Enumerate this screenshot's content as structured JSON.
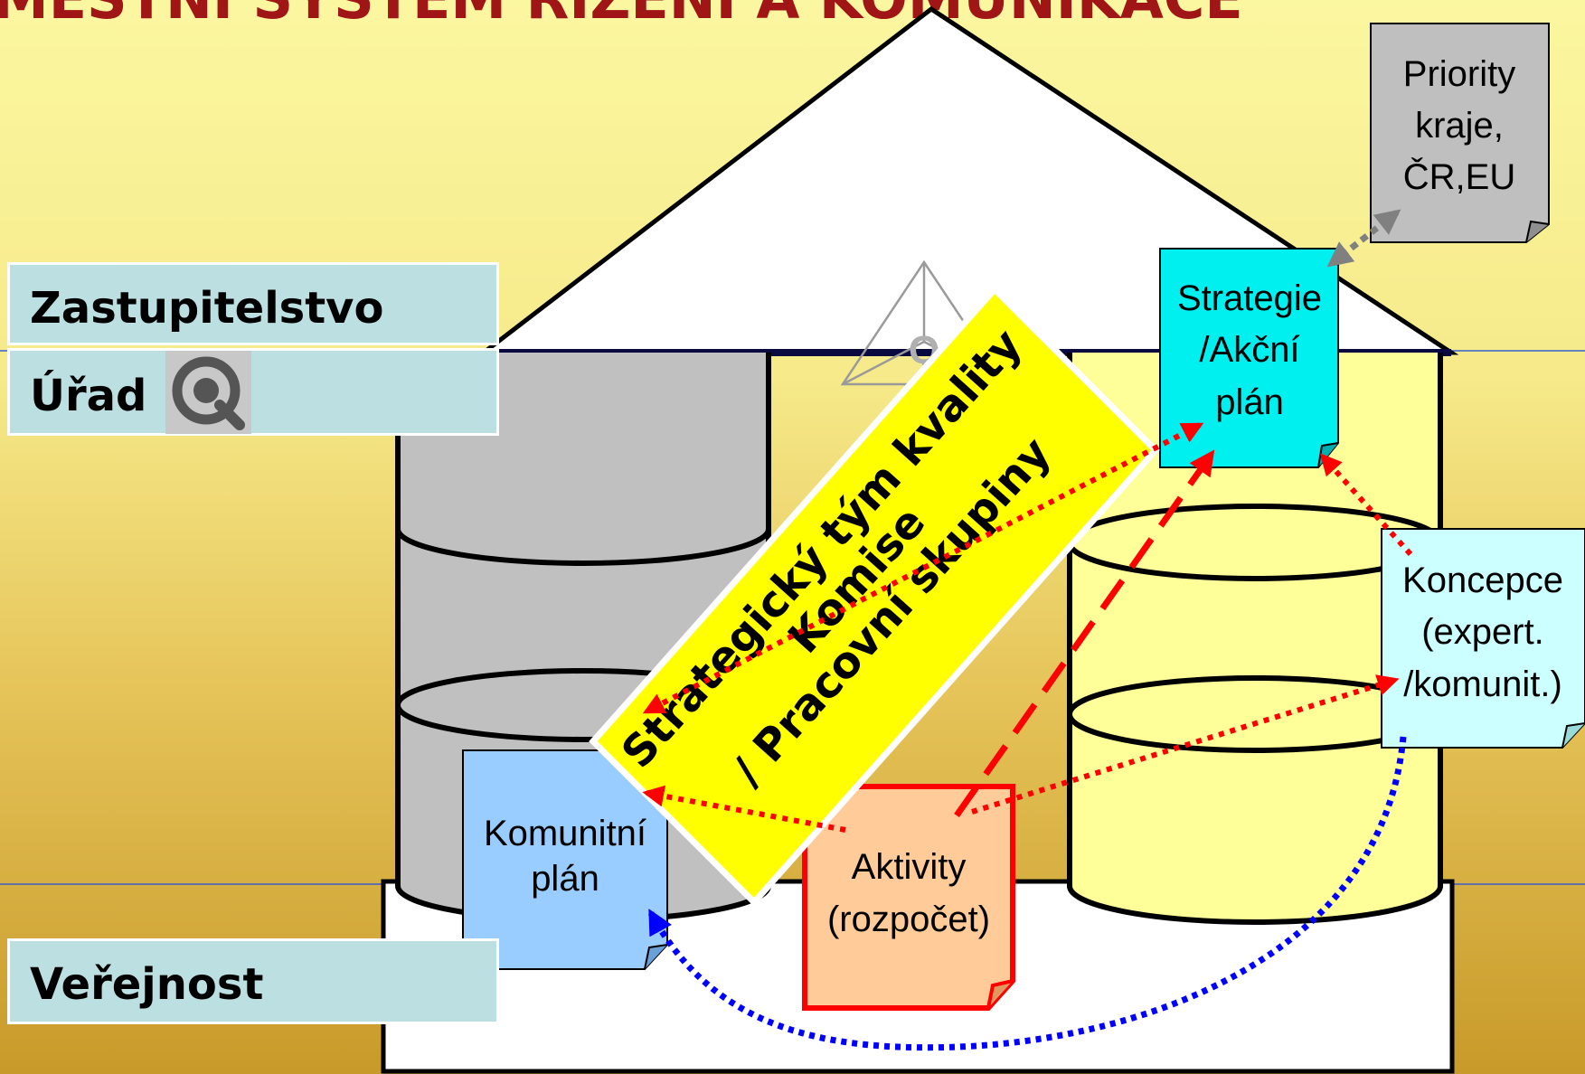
{
  "title": "MĚSTNÍ SYSTÉM ŘÍZENÍ A KOMUNIKACE",
  "levels": {
    "zastupitelstvo": "Zastupitelstvo",
    "urad": "Úřad",
    "verejnost": "Veřejnost"
  },
  "documents": {
    "priority": [
      "Priority",
      "kraje,",
      "ČR,EU"
    ],
    "strategie": [
      "Strategie",
      "/Akční",
      "plán"
    ],
    "koncepce": [
      "Koncepce",
      "(expert.",
      "/komunit.)"
    ],
    "komunitni": [
      "Komunitní",
      "plán"
    ],
    "aktivity": [
      "Aktivity",
      "(rozpočet)"
    ]
  },
  "band": [
    "Strategický tým kvality",
    "Komise",
    "/ Pracovní skupiny"
  ],
  "logo_letter": "Q",
  "colors": {
    "title": "#a01515",
    "label_bg": "#bcdfe2",
    "priority": "#bfbfbf",
    "strategie": "#00f0f0",
    "koncepce": "#ccffff",
    "komunitni": "#99ccff",
    "aktivity": "#ffcc99",
    "band": "#ffff00",
    "arrow_red": "#ff0000",
    "arrow_blue": "#0000ff",
    "arrow_gray": "#808080"
  },
  "icons": [
    "q-quality-icon",
    "q-triangle-logo-icon"
  ]
}
